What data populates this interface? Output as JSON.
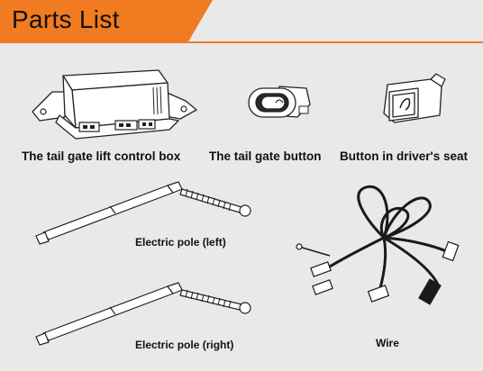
{
  "header": {
    "title": "Parts List"
  },
  "colors": {
    "accent": "#f07b20",
    "background": "#e9e9e9"
  },
  "parts": [
    {
      "label": "The tail gate lift control box"
    },
    {
      "label": "The tail gate button"
    },
    {
      "label": "Button in driver's seat"
    },
    {
      "label": "Electric pole (left)"
    },
    {
      "label": "Electric pole (right)"
    },
    {
      "label": "Wire"
    }
  ]
}
